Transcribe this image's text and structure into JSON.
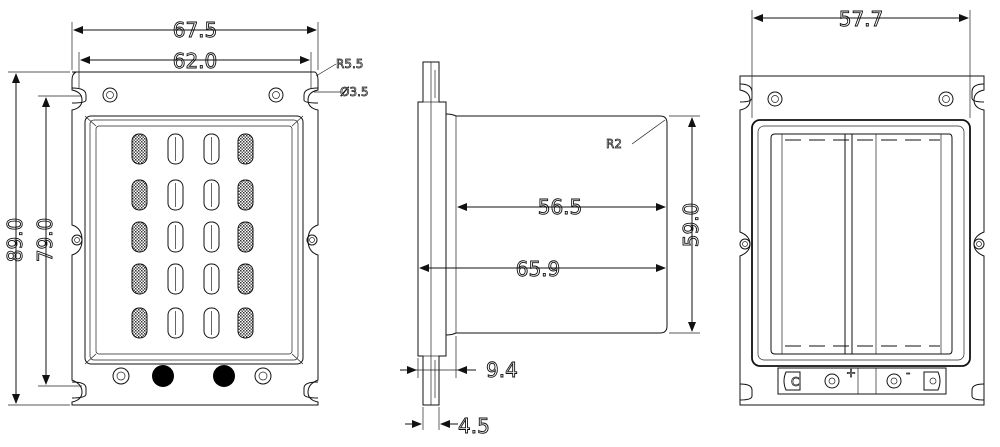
{
  "front_view": {
    "dim_outer_width": "67.5",
    "dim_hole_spacing": "62.0",
    "dim_corner_radius": "R5.5",
    "dim_hole_diameter": "Ø3.5",
    "dim_outer_height": "89.0",
    "dim_inner_height": "79.0"
  },
  "side_view": {
    "dim_radius": "R2",
    "dim_body_depth": "56.5",
    "dim_total_depth": "65.9",
    "dim_height": "59.0",
    "dim_flange_depth": "9.4",
    "dim_flange_thickness": "4.5"
  },
  "rear_view": {
    "dim_width": "57.7",
    "plus_sign": "+",
    "minus_sign": "-"
  }
}
